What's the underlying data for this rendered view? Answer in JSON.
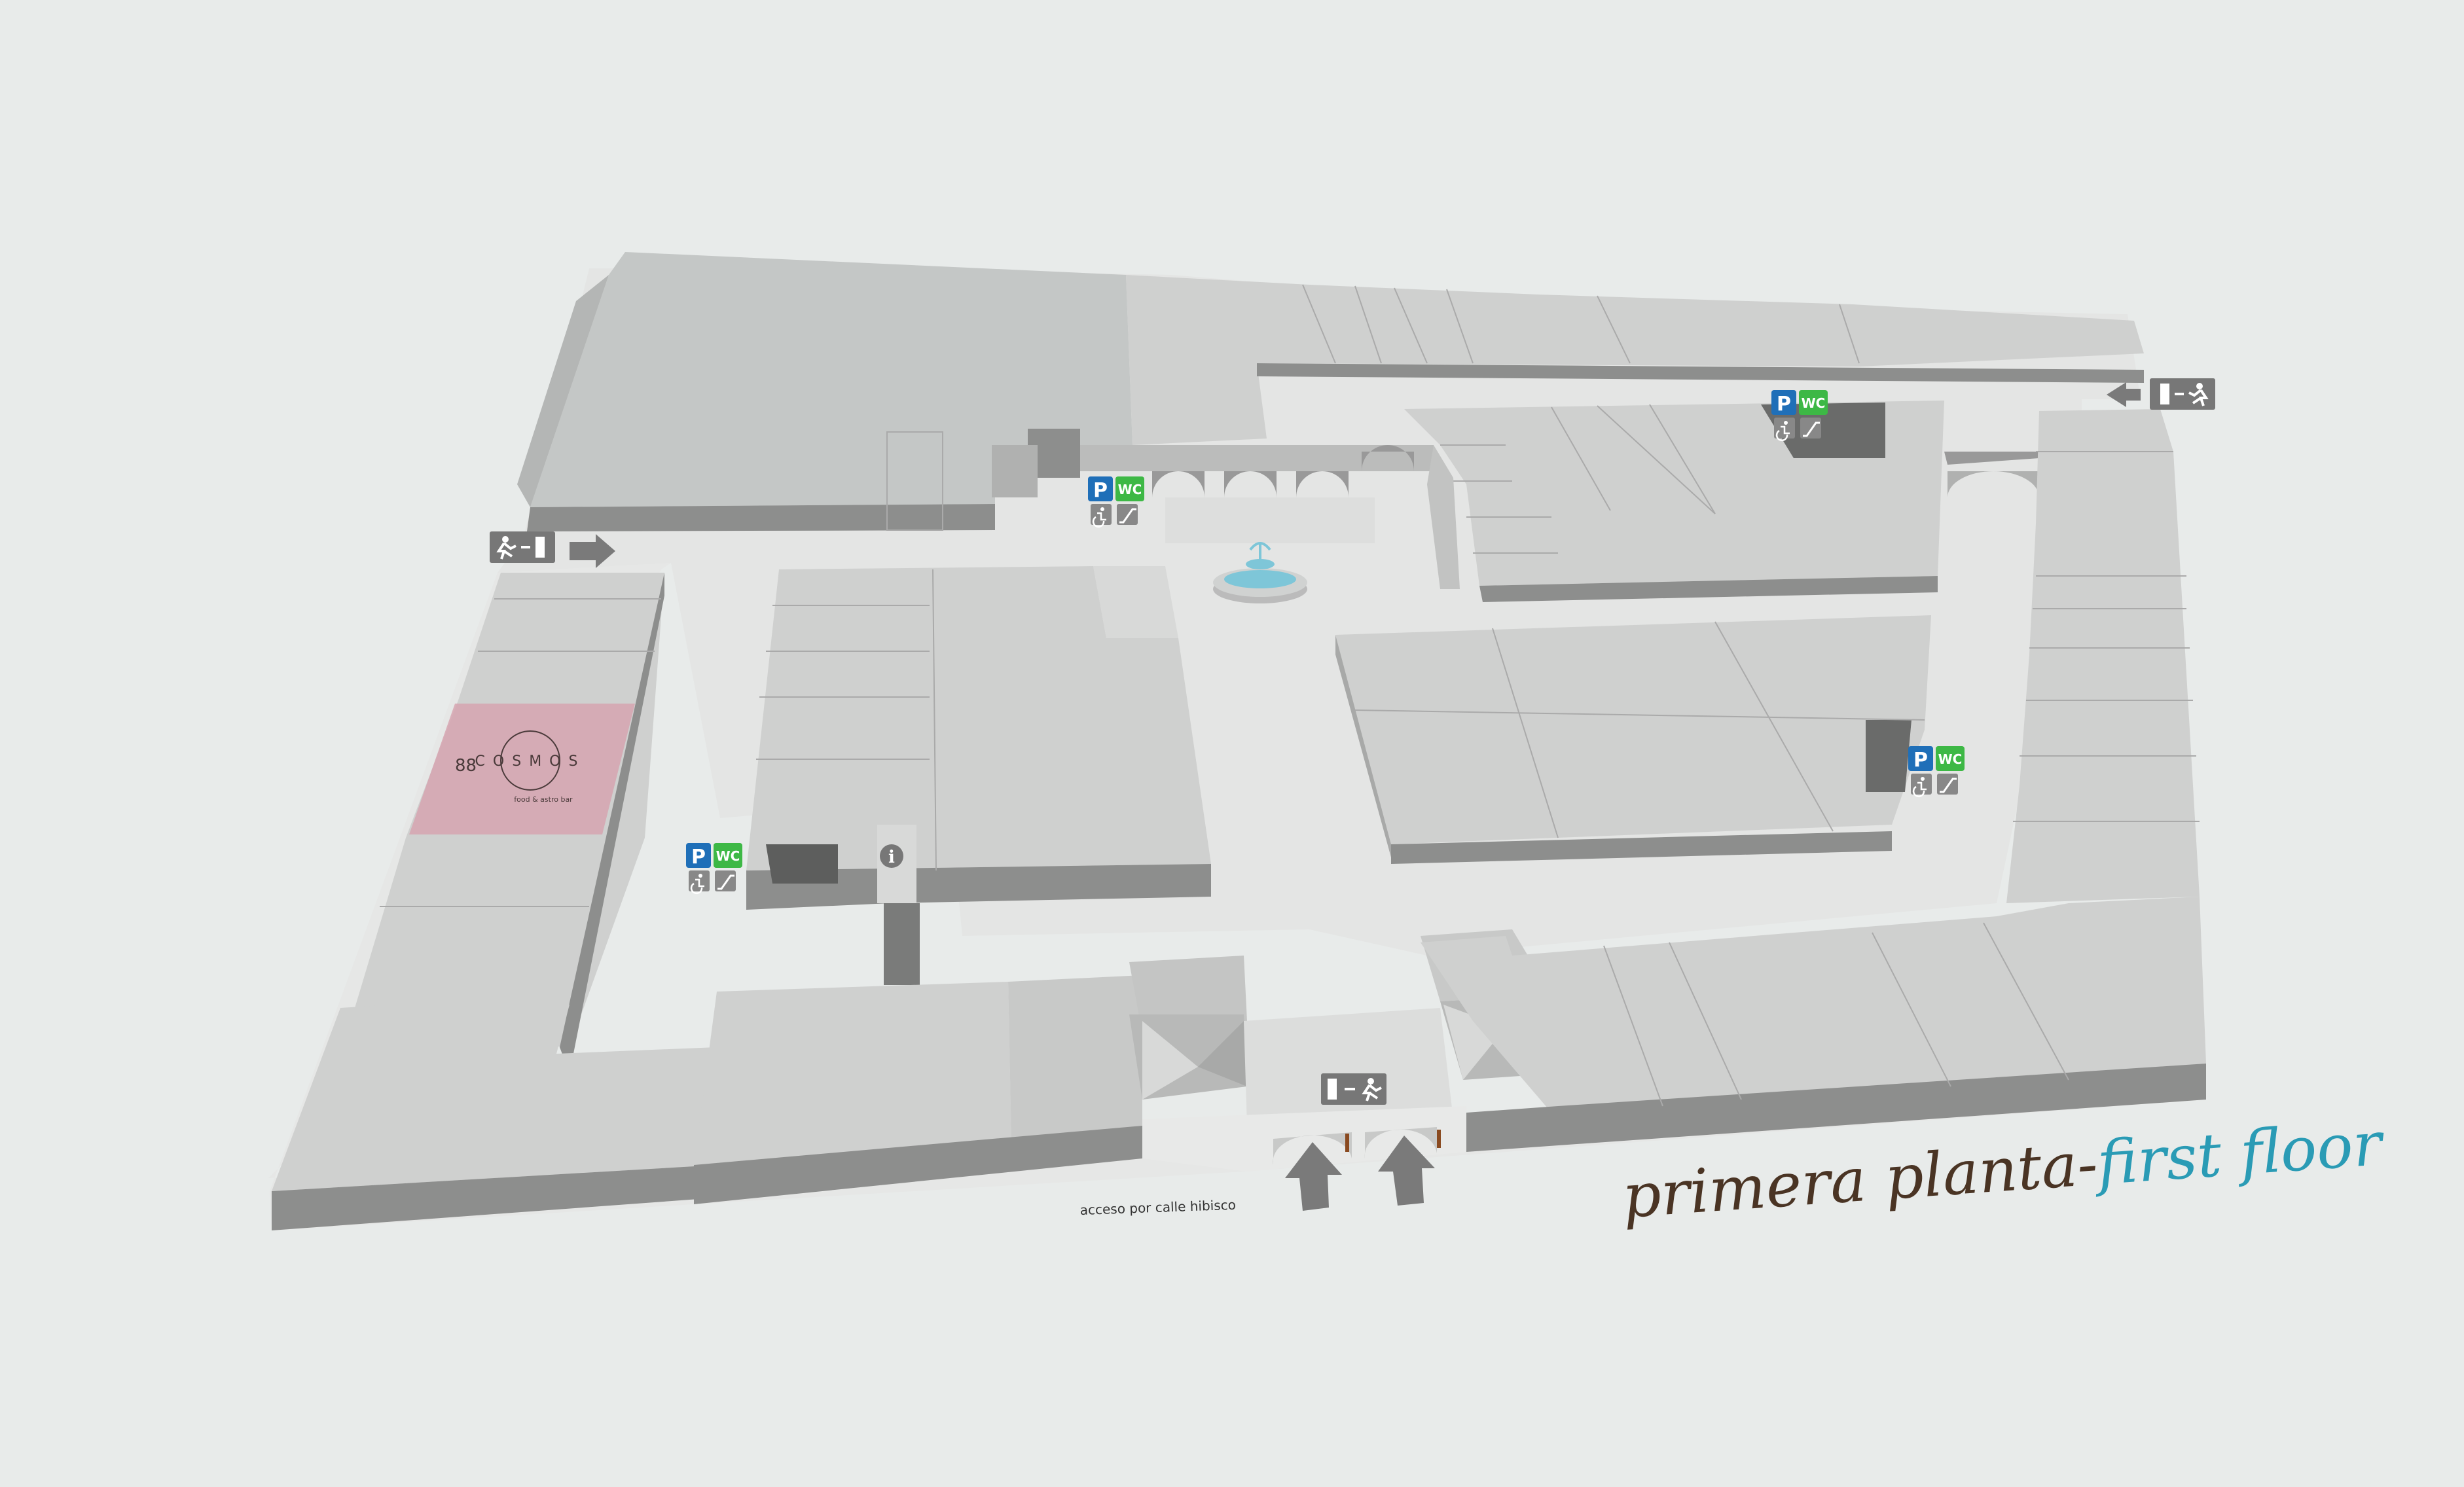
{
  "map": {
    "title": {
      "main": "primera planta-",
      "accent": "first floor"
    },
    "access_label": "acceso por calle hibisco",
    "shop_number": "88",
    "shop_brand": "COSMOS",
    "shop_tagline": "food & astro bar",
    "info_glyph": "i",
    "parking_glyph": "P",
    "wc_glyph": "WC",
    "colors": {
      "background": "#e8ebea",
      "floor": "#e4e5e4",
      "block_top": "#cfd0cf",
      "block_side": "#8b8c8b",
      "highlight": "#d6a4b0",
      "parking": "#1f6fb8",
      "wc": "#3db845",
      "fountain": "#7ec6d8",
      "title_main": "#4a3424",
      "title_accent": "#2a9bb5"
    },
    "icons": [
      "emergency-exit-icon",
      "arrow-icon",
      "parking-icon",
      "wc-icon",
      "accessible-icon",
      "escalator-icon",
      "info-icon",
      "fountain-icon"
    ]
  }
}
